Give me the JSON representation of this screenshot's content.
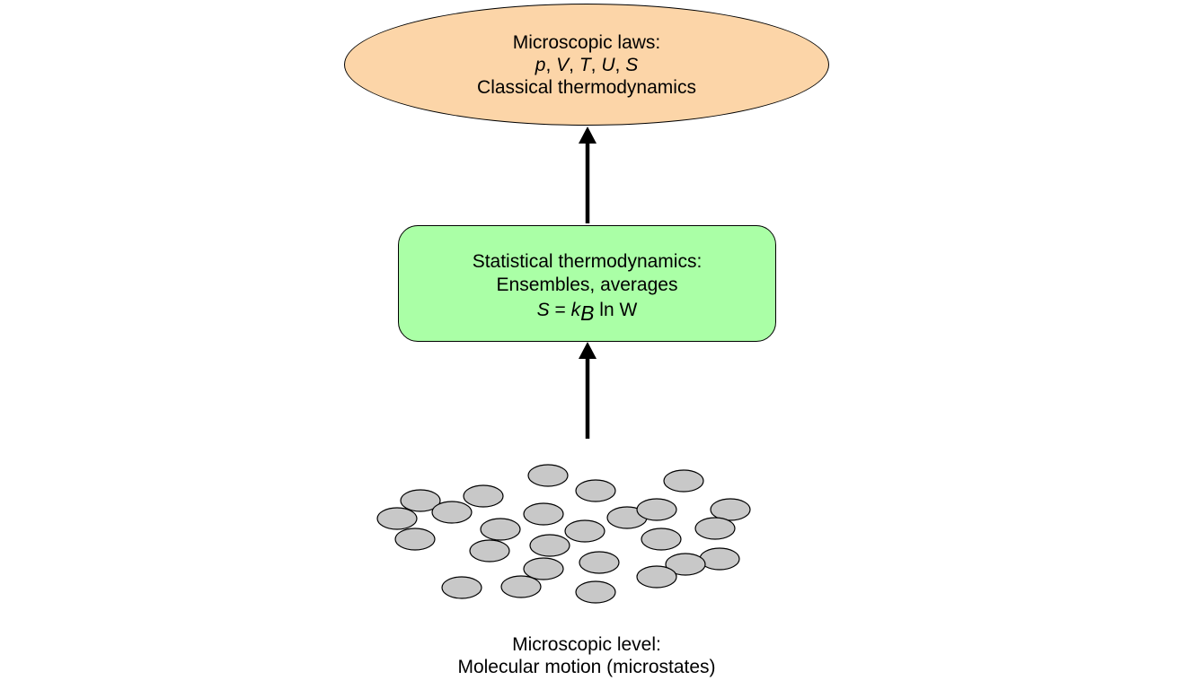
{
  "colors": {
    "ellipse_fill": "#fcd5a8",
    "box_fill": "#aaffa6",
    "molecule_fill": "#c8c8c8",
    "stroke": "#000000"
  },
  "top_node": {
    "line1": "Microscopic laws:",
    "line2": "p, V, T, U, S",
    "line3": "Classical thermodynamics"
  },
  "middle_node": {
    "line1": "Statistical thermodynamics:",
    "line2": "Ensembles, averages",
    "formula_lhs": "S",
    "formula_eq": " = ",
    "formula_k": "k",
    "formula_sub": "B",
    "formula_rest": " ln W"
  },
  "bottom_node": {
    "line1": "Microscopic level:",
    "line2": "Molecular motion (microstates)"
  }
}
